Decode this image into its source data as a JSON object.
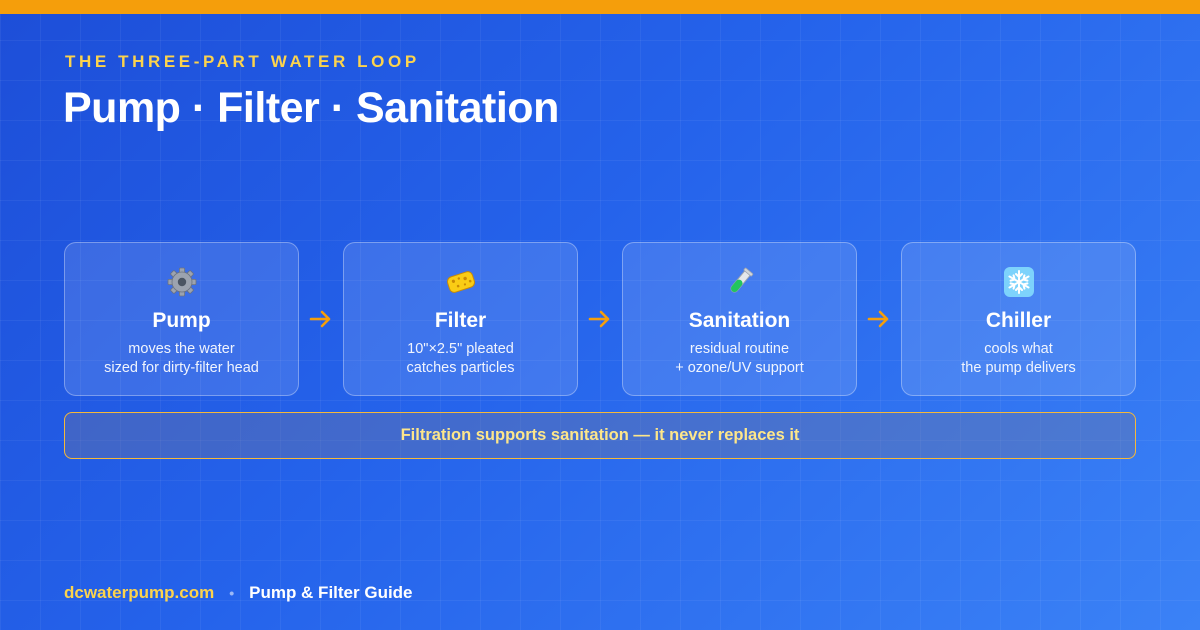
{
  "header": {
    "eyebrow": "THE THREE-PART WATER LOOP",
    "title": "Pump · Filter · Sanitation"
  },
  "steps": [
    {
      "name": "Pump",
      "icon": "gear-icon",
      "line1": "moves the water",
      "line2": "sized for dirty-filter head"
    },
    {
      "name": "Filter",
      "icon": "sponge-icon",
      "line1": "10\"×2.5\" pleated",
      "line2": "catches particles"
    },
    {
      "name": "Sanitation",
      "icon": "test-tube-icon",
      "line1": "residual routine",
      "line2": "+ ozone/UV support"
    },
    {
      "name": "Chiller",
      "icon": "snowflake-icon",
      "line1": "cools what",
      "line2": "the pump delivers"
    }
  ],
  "callout": {
    "text": "Filtration supports sanitation — it never replaces it"
  },
  "footer": {
    "site": "dcwaterpump.com",
    "separator": "•",
    "guide": "Pump & Filter Guide"
  },
  "colors": {
    "accent": "#f59e0b",
    "eyebrow": "#fcd34d",
    "background_start": "#1d4ed8",
    "background_end": "#3b82f6"
  }
}
